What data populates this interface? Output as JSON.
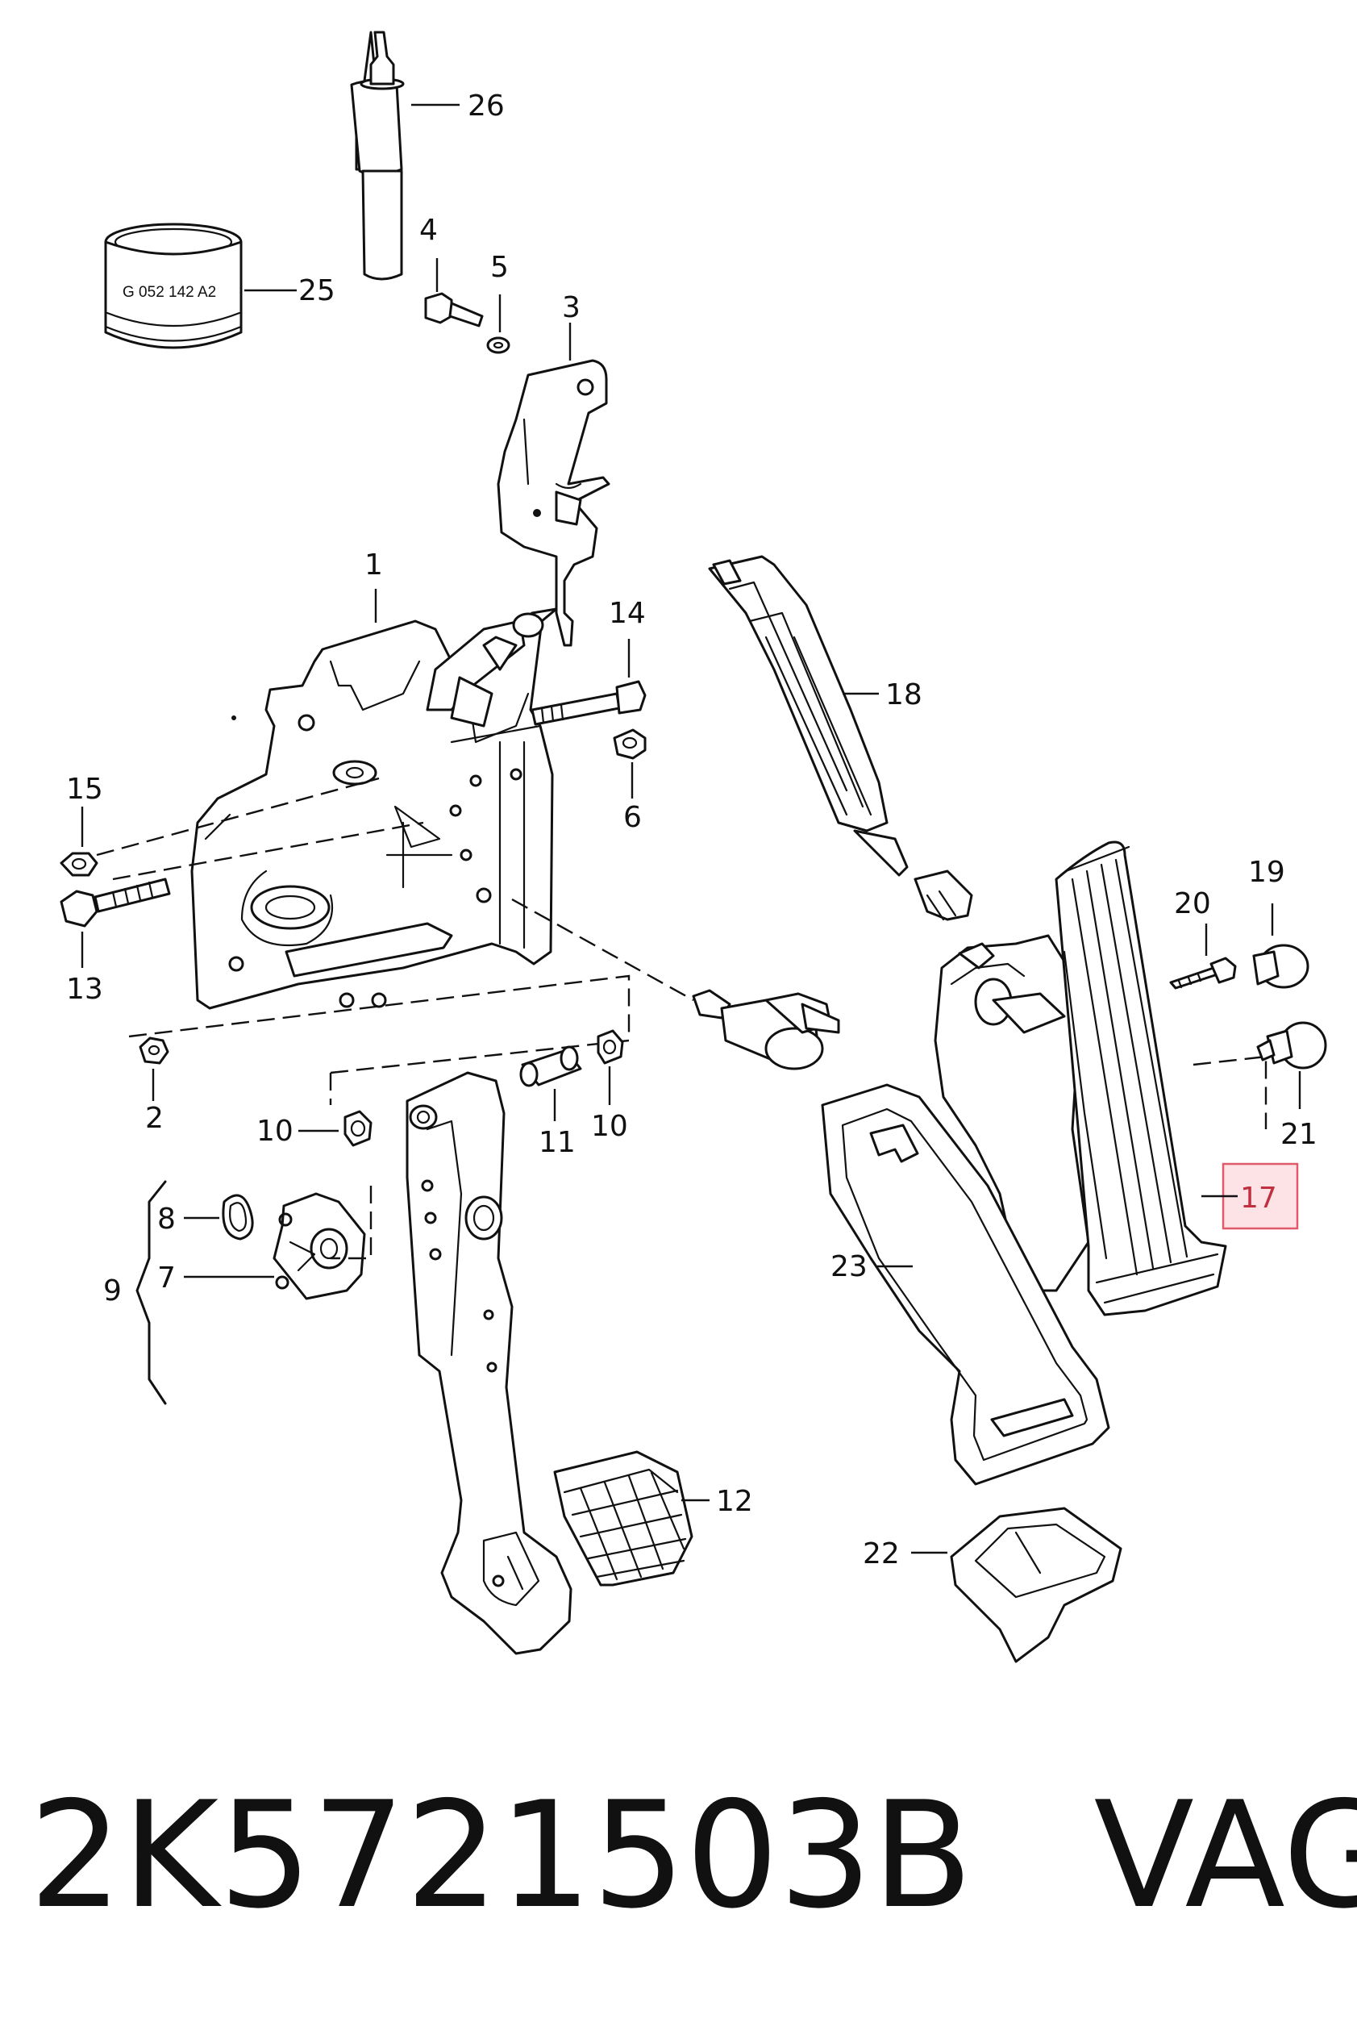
{
  "callouts": {
    "c1": "1",
    "c2": "2",
    "c3": "3",
    "c4": "4",
    "c5": "5",
    "c6": "6",
    "c7": "7",
    "c8": "8",
    "c9": "9",
    "c10a": "10",
    "c10b": "10",
    "c11": "11",
    "c12": "12",
    "c13": "13",
    "c14": "14",
    "c15": "15",
    "c17": "17",
    "c18": "18",
    "c19": "19",
    "c20": "20",
    "c21": "21",
    "c22": "22",
    "c23": "23",
    "c25": "25",
    "c26": "26"
  },
  "highlighted_callout": "17",
  "highlight_color": "#e05a6a",
  "can_label": "G 052 142 A2",
  "part_number": "2K5721503B",
  "brand": "VAG"
}
